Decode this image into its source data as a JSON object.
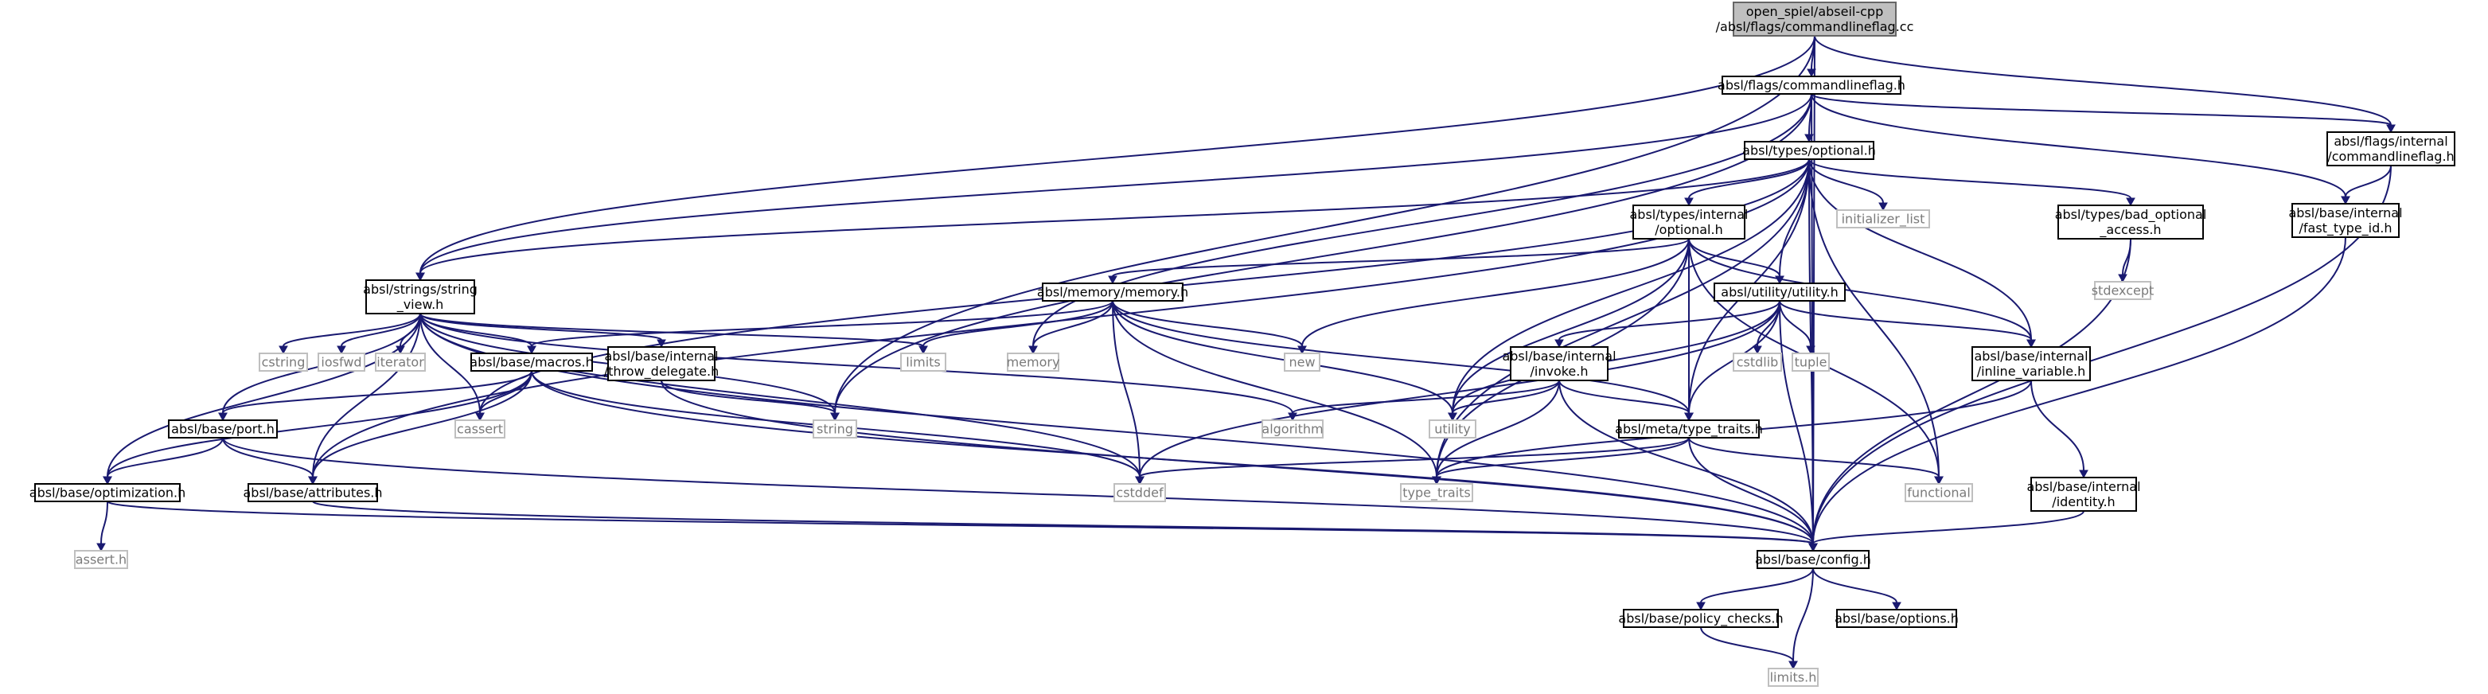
{
  "graph": {
    "nodes": [
      {
        "id": "root",
        "kind": "root",
        "lines": [
          "open_spiel/abseil-cpp",
          "/absl/flags/commandlineflag.cc"
        ]
      },
      {
        "id": "cflag_h",
        "kind": "file",
        "lines": [
          "absl/flags/commandlineflag.h"
        ]
      },
      {
        "id": "int_cflag_h",
        "kind": "file",
        "lines": [
          "absl/flags/internal",
          "/commandlineflag.h"
        ]
      },
      {
        "id": "optional_h",
        "kind": "file",
        "lines": [
          "absl/types/optional.h"
        ]
      },
      {
        "id": "fast_type_id",
        "kind": "file",
        "lines": [
          "absl/base/internal",
          "/fast_type_id.h"
        ]
      },
      {
        "id": "types_int_optional",
        "kind": "file",
        "lines": [
          "absl/types/internal",
          "/optional.h"
        ]
      },
      {
        "id": "initializer_list",
        "kind": "sys",
        "lines": [
          "initializer_list"
        ]
      },
      {
        "id": "bad_optional",
        "kind": "file",
        "lines": [
          "absl/types/bad_optional",
          "_access.h"
        ]
      },
      {
        "id": "stdexcept",
        "kind": "sys",
        "lines": [
          "stdexcept"
        ]
      },
      {
        "id": "string_view",
        "kind": "file",
        "lines": [
          "absl/strings/string",
          "_view.h"
        ]
      },
      {
        "id": "memory_h",
        "kind": "file",
        "lines": [
          "absl/memory/memory.h"
        ]
      },
      {
        "id": "utility_h",
        "kind": "file",
        "lines": [
          "absl/utility/utility.h"
        ]
      },
      {
        "id": "cstring",
        "kind": "sys",
        "lines": [
          "cstring"
        ]
      },
      {
        "id": "iosfwd",
        "kind": "sys",
        "lines": [
          "iosfwd"
        ]
      },
      {
        "id": "iterator",
        "kind": "sys",
        "lines": [
          "iterator"
        ]
      },
      {
        "id": "throw_delegate",
        "kind": "file",
        "lines": [
          "absl/base/internal",
          "/throw_delegate.h"
        ]
      },
      {
        "id": "limits",
        "kind": "sys",
        "lines": [
          "limits"
        ]
      },
      {
        "id": "memory",
        "kind": "sys",
        "lines": [
          "memory"
        ]
      },
      {
        "id": "new",
        "kind": "sys",
        "lines": [
          "new"
        ]
      },
      {
        "id": "cstdlib",
        "kind": "sys",
        "lines": [
          "cstdlib"
        ]
      },
      {
        "id": "tuple",
        "kind": "sys",
        "lines": [
          "tuple"
        ]
      },
      {
        "id": "inline_variable",
        "kind": "file",
        "lines": [
          "absl/base/internal",
          "/inline_variable.h"
        ]
      },
      {
        "id": "macros_h",
        "kind": "file",
        "lines": [
          "absl/base/macros.h"
        ]
      },
      {
        "id": "invoke_h",
        "kind": "file",
        "lines": [
          "absl/base/internal",
          "/invoke.h"
        ]
      },
      {
        "id": "string",
        "kind": "sys",
        "lines": [
          "string"
        ]
      },
      {
        "id": "cassert",
        "kind": "sys",
        "lines": [
          "cassert"
        ]
      },
      {
        "id": "algorithm",
        "kind": "sys",
        "lines": [
          "algorithm"
        ]
      },
      {
        "id": "utility",
        "kind": "sys",
        "lines": [
          "utility"
        ]
      },
      {
        "id": "port_h",
        "kind": "file",
        "lines": [
          "absl/base/port.h"
        ]
      },
      {
        "id": "type_traits_h",
        "kind": "file",
        "lines": [
          "absl/meta/type_traits.h"
        ]
      },
      {
        "id": "optimization_h",
        "kind": "file",
        "lines": [
          "absl/base/optimization.h"
        ]
      },
      {
        "id": "attributes_h",
        "kind": "file",
        "lines": [
          "absl/base/attributes.h"
        ]
      },
      {
        "id": "cstddef",
        "kind": "sys",
        "lines": [
          "cstddef"
        ]
      },
      {
        "id": "type_traits",
        "kind": "sys",
        "lines": [
          "type_traits"
        ]
      },
      {
        "id": "functional",
        "kind": "sys",
        "lines": [
          "functional"
        ]
      },
      {
        "id": "identity_h",
        "kind": "file",
        "lines": [
          "absl/base/internal",
          "/identity.h"
        ]
      },
      {
        "id": "assert_h",
        "kind": "sys",
        "lines": [
          "assert.h"
        ]
      },
      {
        "id": "config_h",
        "kind": "file",
        "lines": [
          "absl/base/config.h"
        ]
      },
      {
        "id": "policy_checks",
        "kind": "file",
        "lines": [
          "absl/base/policy_checks.h"
        ]
      },
      {
        "id": "options_h",
        "kind": "file",
        "lines": [
          "absl/base/options.h"
        ]
      },
      {
        "id": "limits_h",
        "kind": "sys",
        "lines": [
          "limits.h"
        ]
      }
    ],
    "edges": [
      [
        "root",
        "cflag_h"
      ],
      [
        "root",
        "int_cflag_h"
      ],
      [
        "root",
        "string_view"
      ],
      [
        "root",
        "string"
      ],
      [
        "root",
        "config_h"
      ],
      [
        "cflag_h",
        "optional_h"
      ],
      [
        "cflag_h",
        "int_cflag_h"
      ],
      [
        "cflag_h",
        "fast_type_id"
      ],
      [
        "cflag_h",
        "string_view"
      ],
      [
        "cflag_h",
        "memory"
      ],
      [
        "cflag_h",
        "string"
      ],
      [
        "cflag_h",
        "config_h"
      ],
      [
        "int_cflag_h",
        "fast_type_id"
      ],
      [
        "int_cflag_h",
        "config_h"
      ],
      [
        "fast_type_id",
        "config_h"
      ],
      [
        "optional_h",
        "types_int_optional"
      ],
      [
        "optional_h",
        "initializer_list"
      ],
      [
        "optional_h",
        "bad_optional"
      ],
      [
        "optional_h",
        "utility_h"
      ],
      [
        "optional_h",
        "inline_variable"
      ],
      [
        "optional_h",
        "type_traits_h"
      ],
      [
        "optional_h",
        "utility"
      ],
      [
        "optional_h",
        "type_traits"
      ],
      [
        "optional_h",
        "functional"
      ],
      [
        "optional_h",
        "config_h"
      ],
      [
        "optional_h",
        "attributes_h"
      ],
      [
        "optional_h",
        "cassert"
      ],
      [
        "optional_h",
        "string_view"
      ],
      [
        "bad_optional",
        "stdexcept"
      ],
      [
        "bad_optional",
        "config_h"
      ],
      [
        "types_int_optional",
        "memory_h"
      ],
      [
        "types_int_optional",
        "utility_h"
      ],
      [
        "types_int_optional",
        "new"
      ],
      [
        "types_int_optional",
        "inline_variable"
      ],
      [
        "types_int_optional",
        "type_traits_h"
      ],
      [
        "types_int_optional",
        "utility"
      ],
      [
        "types_int_optional",
        "type_traits"
      ],
      [
        "types_int_optional",
        "functional"
      ],
      [
        "memory_h",
        "macros_h"
      ],
      [
        "memory_h",
        "limits"
      ],
      [
        "memory_h",
        "memory"
      ],
      [
        "memory_h",
        "new"
      ],
      [
        "memory_h",
        "type_traits_h"
      ],
      [
        "memory_h",
        "utility"
      ],
      [
        "memory_h",
        "cstddef"
      ],
      [
        "memory_h",
        "type_traits"
      ],
      [
        "utility_h",
        "invoke_h"
      ],
      [
        "utility_h",
        "cstdlib"
      ],
      [
        "utility_h",
        "tuple"
      ],
      [
        "utility_h",
        "inline_variable"
      ],
      [
        "utility_h",
        "type_traits_h"
      ],
      [
        "utility_h",
        "utility"
      ],
      [
        "utility_h",
        "cstddef"
      ],
      [
        "utility_h",
        "config_h"
      ],
      [
        "string_view",
        "cstring"
      ],
      [
        "string_view",
        "iosfwd"
      ],
      [
        "string_view",
        "iterator"
      ],
      [
        "string_view",
        "throw_delegate"
      ],
      [
        "string_view",
        "macros_h"
      ],
      [
        "string_view",
        "limits"
      ],
      [
        "string_view",
        "string"
      ],
      [
        "string_view",
        "cassert"
      ],
      [
        "string_view",
        "algorithm"
      ],
      [
        "string_view",
        "port_h"
      ],
      [
        "string_view",
        "optimization_h"
      ],
      [
        "string_view",
        "attributes_h"
      ],
      [
        "string_view",
        "cstddef"
      ],
      [
        "string_view",
        "config_h"
      ],
      [
        "throw_delegate",
        "string"
      ],
      [
        "throw_delegate",
        "config_h"
      ],
      [
        "macros_h",
        "port_h"
      ],
      [
        "macros_h",
        "cassert"
      ],
      [
        "macros_h",
        "cstddef"
      ],
      [
        "macros_h",
        "attributes_h"
      ],
      [
        "macros_h",
        "optimization_h"
      ],
      [
        "macros_h",
        "config_h"
      ],
      [
        "inline_variable",
        "identity_h"
      ],
      [
        "inline_variable",
        "type_traits"
      ],
      [
        "invoke_h",
        "algorithm"
      ],
      [
        "invoke_h",
        "utility"
      ],
      [
        "invoke_h",
        "type_traits_h"
      ],
      [
        "invoke_h",
        "type_traits"
      ],
      [
        "invoke_h",
        "config_h"
      ],
      [
        "port_h",
        "optimization_h"
      ],
      [
        "port_h",
        "attributes_h"
      ],
      [
        "port_h",
        "config_h"
      ],
      [
        "type_traits_h",
        "cstddef"
      ],
      [
        "type_traits_h",
        "type_traits"
      ],
      [
        "type_traits_h",
        "functional"
      ],
      [
        "type_traits_h",
        "config_h"
      ],
      [
        "optimization_h",
        "assert_h"
      ],
      [
        "optimization_h",
        "config_h"
      ],
      [
        "attributes_h",
        "config_h"
      ],
      [
        "identity_h",
        "config_h"
      ],
      [
        "config_h",
        "policy_checks"
      ],
      [
        "config_h",
        "options_h"
      ],
      [
        "config_h",
        "limits_h"
      ],
      [
        "policy_checks",
        "limits_h"
      ]
    ]
  }
}
